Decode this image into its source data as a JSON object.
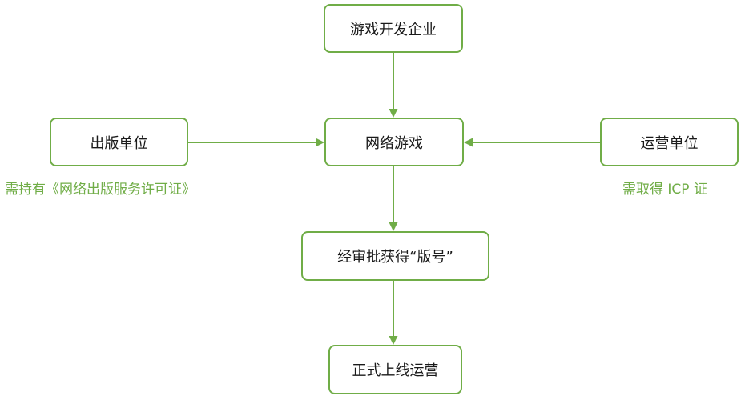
{
  "colors": {
    "accent": "#70ad47",
    "text": "#1a1a1a",
    "background": "#ffffff"
  },
  "nodes": {
    "developer": "游戏开发企业",
    "publisher": "出版单位",
    "online_game": "网络游戏",
    "operator": "运营单位",
    "approval": "经审批获得“版号”",
    "launch": "正式上线运营"
  },
  "notes": {
    "publisher": "需持有《网络出版服务许可证》",
    "operator": "需取得 ICP 证"
  },
  "edges": [
    {
      "from": "developer",
      "to": "online_game"
    },
    {
      "from": "publisher",
      "to": "online_game"
    },
    {
      "from": "operator",
      "to": "online_game"
    },
    {
      "from": "online_game",
      "to": "approval"
    },
    {
      "from": "approval",
      "to": "launch"
    }
  ]
}
